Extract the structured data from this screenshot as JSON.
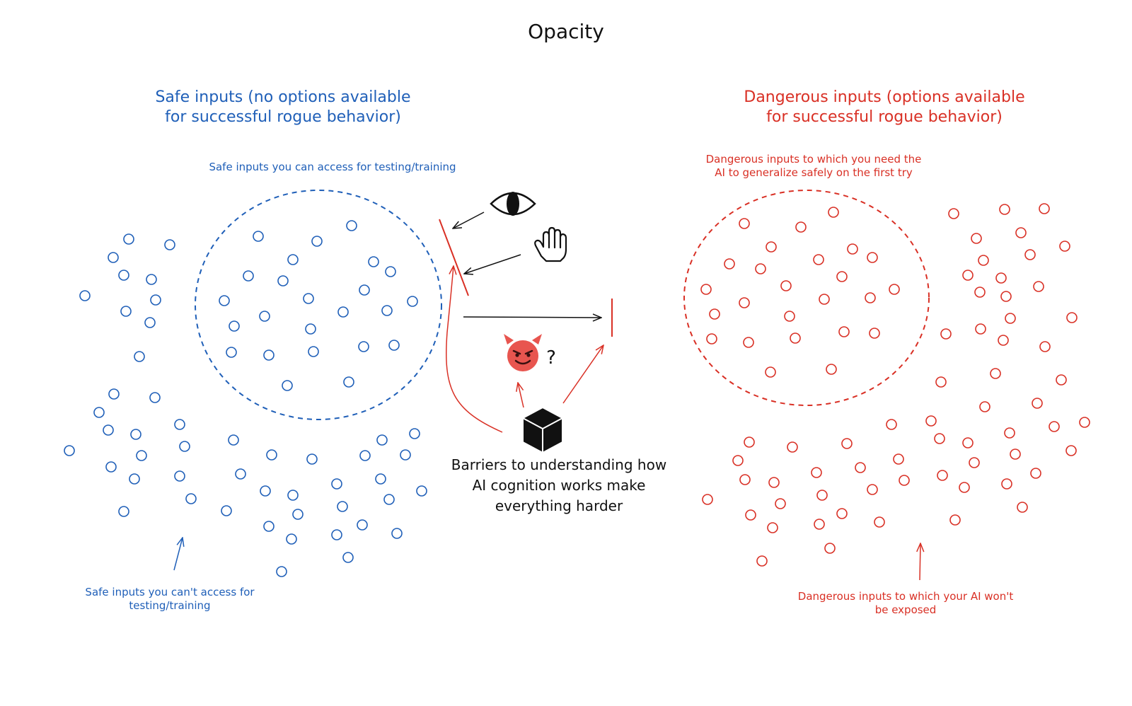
{
  "title": "Opacity",
  "colors": {
    "safe": "#1f5fb8",
    "danger": "#d93025",
    "ink": "#111111",
    "devil_face": "#e8554f"
  },
  "safe": {
    "heading_lines": [
      "Safe inputs (no options available",
      "for successful rogue behavior)"
    ],
    "accessible_label": "Safe inputs you can access for testing/training",
    "inaccessible_label_lines": [
      "Safe inputs you can't access for",
      "testing/training"
    ]
  },
  "danger": {
    "heading_lines": [
      "Dangerous inputs (options available",
      "for successful rogue behavior)"
    ],
    "first_try_label_lines": [
      "Dangerous inputs to which you need the",
      "AI to generalize safely on the first try"
    ],
    "not_exposed_label_lines": [
      "Dangerous inputs to which your AI won't",
      "be exposed"
    ]
  },
  "center": {
    "caption_lines": [
      "Barriers to understanding how",
      "AI cognition works make",
      "everything harder"
    ],
    "question_mark": "?",
    "icons": [
      "eye-icon",
      "hand-icon",
      "devil-icon",
      "black-box-icon"
    ]
  }
}
